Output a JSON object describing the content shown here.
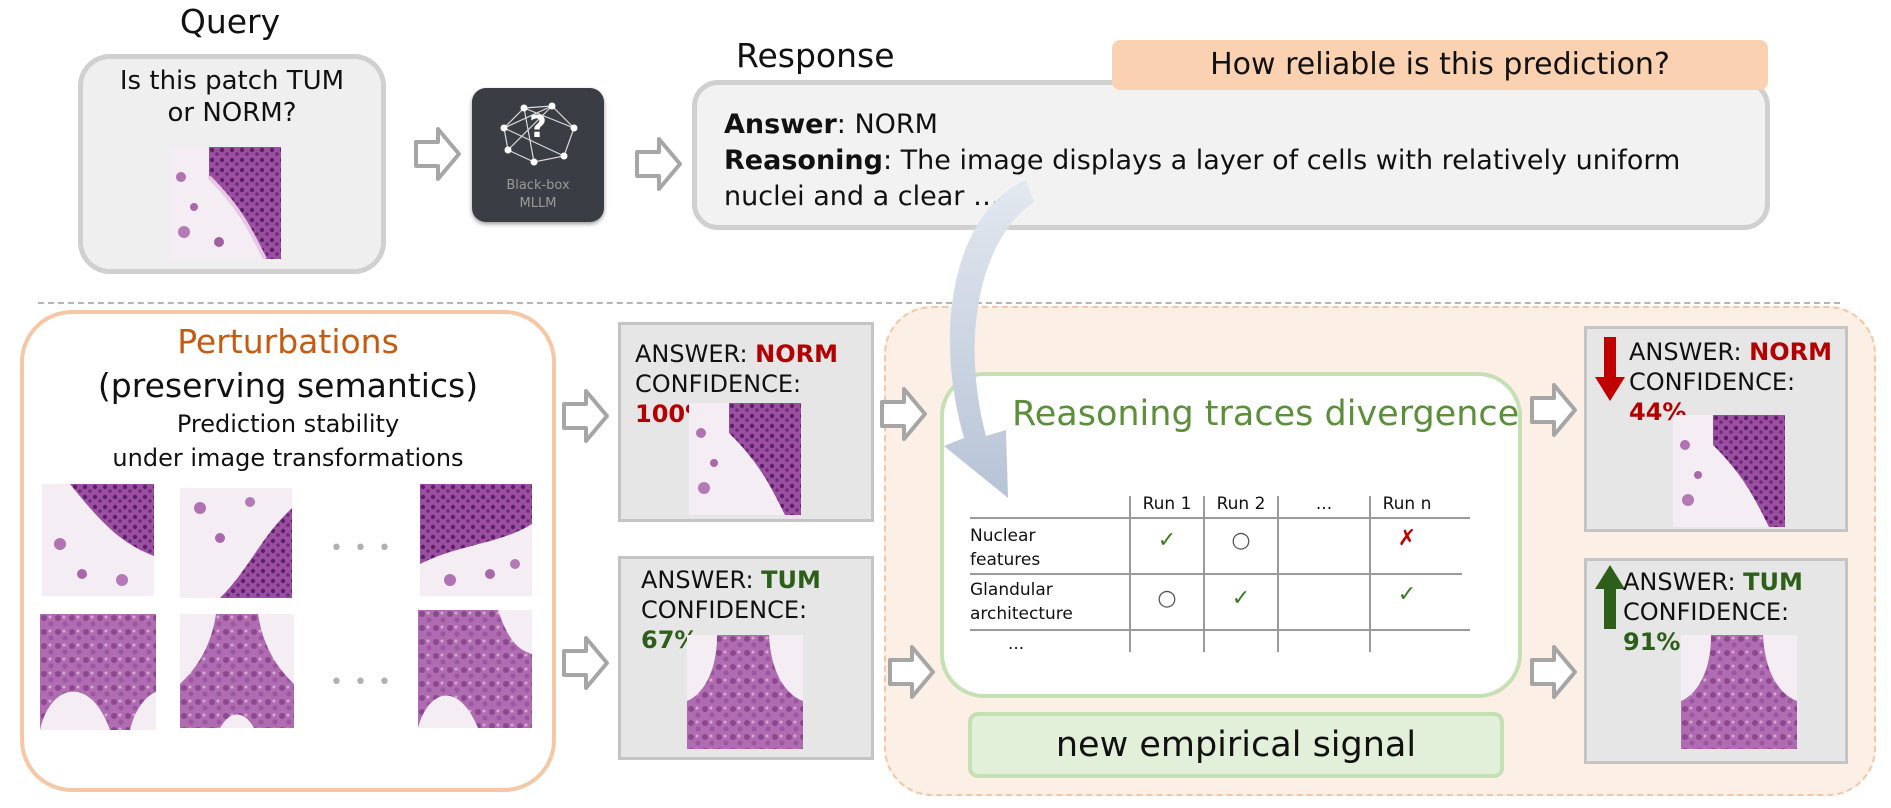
{
  "query": {
    "title": "Query",
    "question": "Is this patch TUM or NORM?"
  },
  "mllm": {
    "symbol": "?",
    "label_line1": "Black-box",
    "label_line2": "MLLM"
  },
  "response": {
    "title": "Response",
    "banner": "How reliable is this prediction?",
    "answer_label": "Answer",
    "answer_value": ": NORM",
    "reasoning_label": "Reasoning",
    "reasoning_text": ": The image displays a layer of cells with relatively uniform nuclei and a clear …"
  },
  "perturbations": {
    "title": "Perturbations",
    "subtitle": "(preserving semantics)",
    "desc_line1": "Prediction stability",
    "desc_line2": "under image transformations",
    "ellipsis": "• • •"
  },
  "predictions": [
    {
      "answer_prefix": "ANSWER: ",
      "answer": "NORM",
      "conf_prefix": "CONFIDENCE: ",
      "confidence": "100%"
    },
    {
      "answer_prefix": "ANSWER: ",
      "answer": "TUM",
      "conf_prefix": "CONFIDENCE: ",
      "confidence": "67%"
    }
  ],
  "reasoning": {
    "title": "Reasoning traces divergence",
    "columns": [
      "Run 1",
      "Run 2",
      "...",
      "Run n"
    ],
    "rows": [
      {
        "label_line1": "Nuclear",
        "label_line2": "features",
        "cells": [
          "✓",
          "○",
          "",
          "✗"
        ]
      },
      {
        "label_line1": "Glandular",
        "label_line2": "architecture",
        "cells": [
          "○",
          "✓",
          "",
          "✓"
        ]
      }
    ],
    "more": "...",
    "signal": "new empirical signal"
  },
  "calibrated": [
    {
      "answer_prefix": "ANSWER: ",
      "answer": "NORM",
      "conf_prefix": "CONFIDENCE: ",
      "confidence": "44%",
      "direction": "down"
    },
    {
      "answer_prefix": "ANSWER: ",
      "answer": "TUM",
      "conf_prefix": "CONFIDENCE: ",
      "confidence": "91%",
      "direction": "up"
    }
  ],
  "colors": {
    "accent_orange": "#c55a11",
    "banner_fill": "#fad2b1",
    "green_title": "#5b8f3a",
    "signal_fill": "#e2efd9",
    "red_value": "#b30000",
    "green_value": "#2e5f1a"
  }
}
